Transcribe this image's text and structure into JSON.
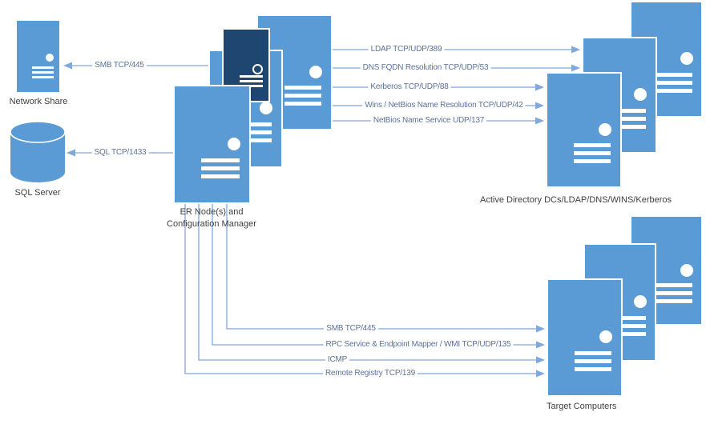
{
  "diagram": {
    "type": "network-ports-diagram",
    "colors": {
      "server_fill": "#5B9BD5",
      "server_dark_fill": "#1F4571",
      "connector_line": "#7FA8DC",
      "connector_label_text": "#5B7299",
      "node_label_text": "#3F3F3F"
    },
    "nodes": {
      "network_share": {
        "label": "Network Share",
        "icon": "server-icon"
      },
      "sql_server": {
        "label": "SQL Server",
        "icon": "database-cylinder-icon"
      },
      "er_nodes": {
        "label": "ER Node(s) and\nConfiguration Manager",
        "icon": "server-cluster-icon",
        "server_count": 4
      },
      "active_directory": {
        "label": "Active Directory DCs/LDAP/DNS/WINS/Kerberos",
        "icon": "server-cluster-icon",
        "server_count": 3
      },
      "target_computers": {
        "label": "Target Computers",
        "icon": "server-cluster-icon",
        "server_count": 3
      }
    },
    "connections": [
      {
        "from": "er_nodes",
        "to": "network_share",
        "label": "SMB TCP/445"
      },
      {
        "from": "er_nodes",
        "to": "sql_server",
        "label": "SQL TCP/1433"
      },
      {
        "from": "er_nodes",
        "to": "active_directory",
        "label": "LDAP TCP/UDP/389"
      },
      {
        "from": "er_nodes",
        "to": "active_directory",
        "label": "DNS FQDN Resolution TCP/UDP/53"
      },
      {
        "from": "er_nodes",
        "to": "active_directory",
        "label": "Kerberos TCP/UDP/88"
      },
      {
        "from": "er_nodes",
        "to": "active_directory",
        "label": "Wins / NetBios Name Resolution  TCP/UDP/42"
      },
      {
        "from": "er_nodes",
        "to": "active_directory",
        "label": "NetBios Name Service  UDP/137"
      },
      {
        "from": "er_nodes",
        "to": "target_computers",
        "label": "SMB TCP/445"
      },
      {
        "from": "er_nodes",
        "to": "target_computers",
        "label": "RPC Service & Endpoint Mapper / WMI TCP/UDP/135"
      },
      {
        "from": "er_nodes",
        "to": "target_computers",
        "label": "ICMP"
      },
      {
        "from": "er_nodes",
        "to": "target_computers",
        "label": "Remote Registry TCP/139"
      }
    ]
  }
}
